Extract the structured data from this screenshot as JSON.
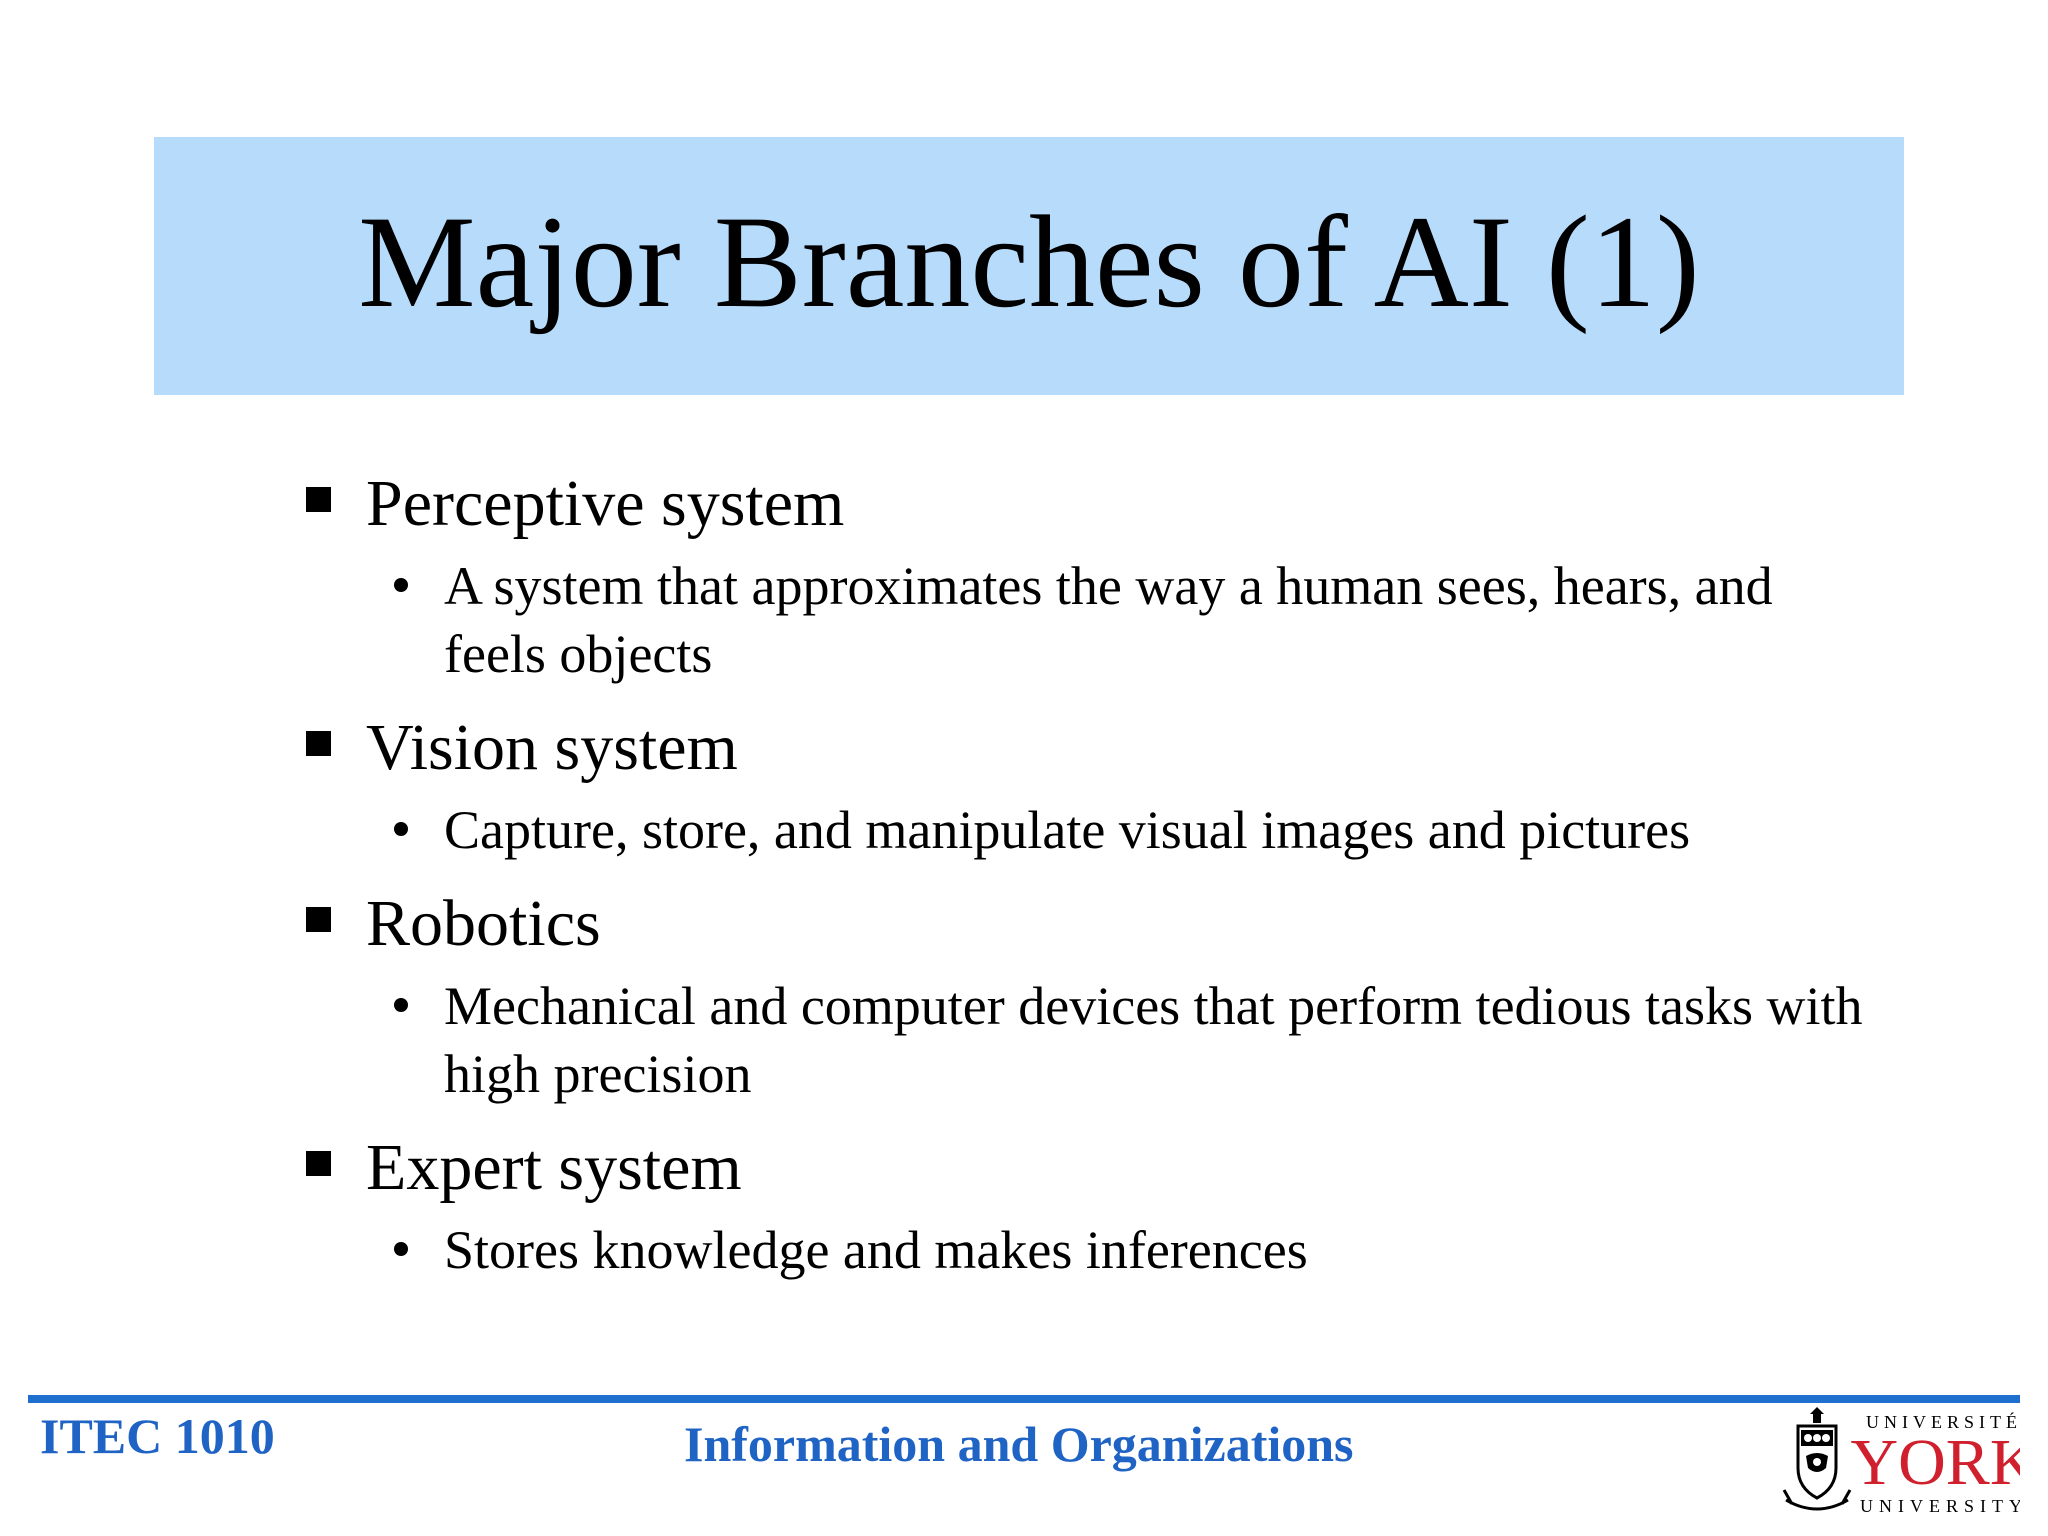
{
  "slide": {
    "title": "Major Branches of AI (1)",
    "bullets": [
      {
        "text": "Perceptive system",
        "sub": [
          "A system that approximates the way a human sees, hears, and feels objects"
        ]
      },
      {
        "text": "Vision system",
        "sub": [
          "Capture, store, and manipulate visual images and pictures"
        ]
      },
      {
        "text": "Robotics",
        "sub": [
          "Mechanical and computer devices that perform tedious tasks with high precision"
        ]
      },
      {
        "text": "Expert system",
        "sub": [
          "Stores knowledge and makes inferences"
        ]
      }
    ]
  },
  "footer": {
    "course": "ITEC 1010",
    "subtitle": "Information and Organizations",
    "logo": {
      "top_text": "UNIVERSITÉ",
      "main_text": "YORK",
      "bottom_text": "UNIVERSITY",
      "icon": "york-crest-icon"
    }
  },
  "colors": {
    "title_band": "#b7dbfa",
    "footer_blue": "#1f63c4",
    "logo_red": "#d0202e"
  }
}
